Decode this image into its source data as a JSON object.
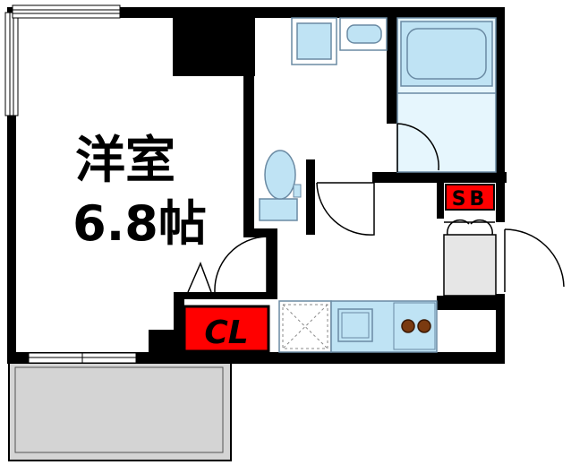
{
  "rooms": {
    "western_room": {
      "name": "洋室",
      "size": "6.8帖"
    },
    "closet": "CL",
    "shoe_box": "SB"
  },
  "colors": {
    "wall": "#000000",
    "bath_fixture": "#bfe3f4",
    "fixture_outline": "#6a8aa3",
    "red_label": "#ff0000",
    "balcony": "#d4d4d4",
    "storage": "#e6e6e6",
    "stove": "#7a3a10"
  }
}
